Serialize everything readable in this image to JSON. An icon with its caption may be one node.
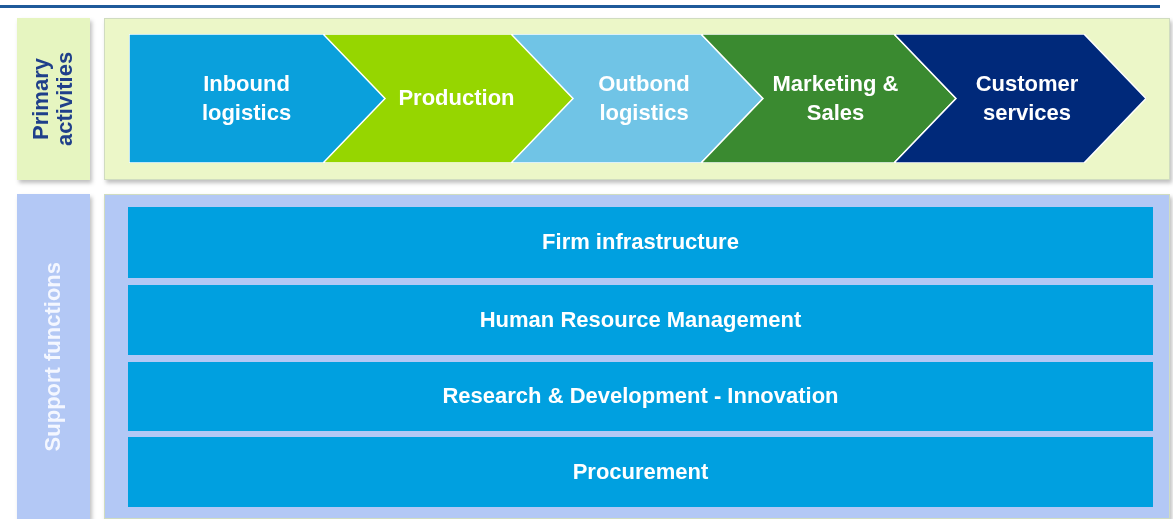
{
  "diagram": {
    "nodes": [
      {
        "text": [
          "Primary activities"
        ]
      },
      {
        "text": [],
        "shape": "box"
      },
      {
        "text": [
          "Inbound logistics"
        ],
        "in": 1
      },
      {
        "text": [
          "Production"
        ],
        "in": 1
      },
      {
        "text": [
          "Outbond logistics"
        ],
        "in": 1
      },
      {
        "text": [
          "Marketing & Sales"
        ],
        "in": 1
      },
      {
        "text": [
          "Customer services"
        ],
        "in": 1
      },
      {
        "text": [
          "Support functions"
        ]
      },
      {
        "text": [],
        "shape": "box"
      },
      {
        "text": [
          "Firm infrastructure"
        ],
        "in": 8
      },
      {
        "text": [
          "Human Resource Management"
        ],
        "in": 8
      },
      {
        "text": [
          "Research & Development - Innovation"
        ],
        "in": 8
      },
      {
        "text": [
          "Procurement"
        ],
        "in": 8
      }
    ],
    "edges": []
  }
}
